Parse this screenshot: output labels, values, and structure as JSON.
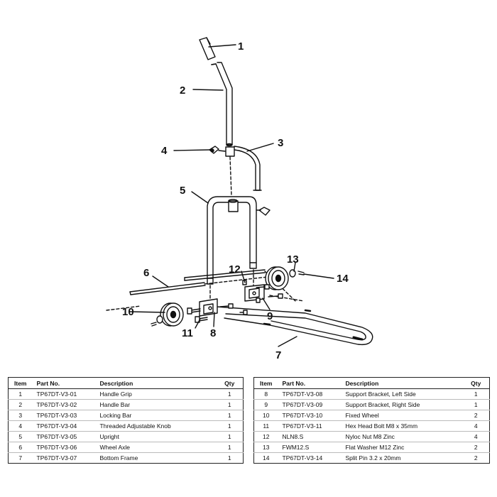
{
  "callouts": [
    "1",
    "2",
    "3",
    "4",
    "5",
    "6",
    "7",
    "8",
    "9",
    "10",
    "11",
    "12",
    "13",
    "14"
  ],
  "table_headers": {
    "item": "Item",
    "part_no": "Part No.",
    "description": "Description",
    "qty": "Qty"
  },
  "parts_left": [
    {
      "item": "1",
      "part_no": "TP67DT-V3-01",
      "description": "Handle Grip",
      "qty": "1"
    },
    {
      "item": "2",
      "part_no": "TP67DT-V3-02",
      "description": "Handle Bar",
      "qty": "1"
    },
    {
      "item": "3",
      "part_no": "TP67DT-V3-03",
      "description": "Locking Bar",
      "qty": "1"
    },
    {
      "item": "4",
      "part_no": "TP67DT-V3-04",
      "description": "Threaded Adjustable Knob",
      "qty": "1"
    },
    {
      "item": "5",
      "part_no": "TP67DT-V3-05",
      "description": "Upright",
      "qty": "1"
    },
    {
      "item": "6",
      "part_no": "TP67DT-V3-06",
      "description": "Wheel Axle",
      "qty": "1"
    },
    {
      "item": "7",
      "part_no": "TP67DT-V3-07",
      "description": "Bottom Frame",
      "qty": "1"
    }
  ],
  "parts_right": [
    {
      "item": "8",
      "part_no": "TP67DT-V3-08",
      "description": "Support Bracket, Left Side",
      "qty": "1"
    },
    {
      "item": "9",
      "part_no": "TP67DT-V3-09",
      "description": "Support Bracket, Right Side",
      "qty": "1"
    },
    {
      "item": "10",
      "part_no": "TP67DT-V3-10",
      "description": "Fixed Wheel",
      "qty": "2"
    },
    {
      "item": "11",
      "part_no": "TP67DT-V3-11",
      "description": "Hex Head Bolt M8 x 35mm",
      "qty": "4"
    },
    {
      "item": "12",
      "part_no": "NLN8.S",
      "description": "Nyloc Nut M8 Zinc",
      "qty": "4"
    },
    {
      "item": "13",
      "part_no": "FWM12.S",
      "description": "Flat Washer M12 Zinc",
      "qty": "2"
    },
    {
      "item": "14",
      "part_no": "TP67DT-V3-14",
      "description": "Split Pin 3.2 x 20mm",
      "qty": "2"
    }
  ]
}
